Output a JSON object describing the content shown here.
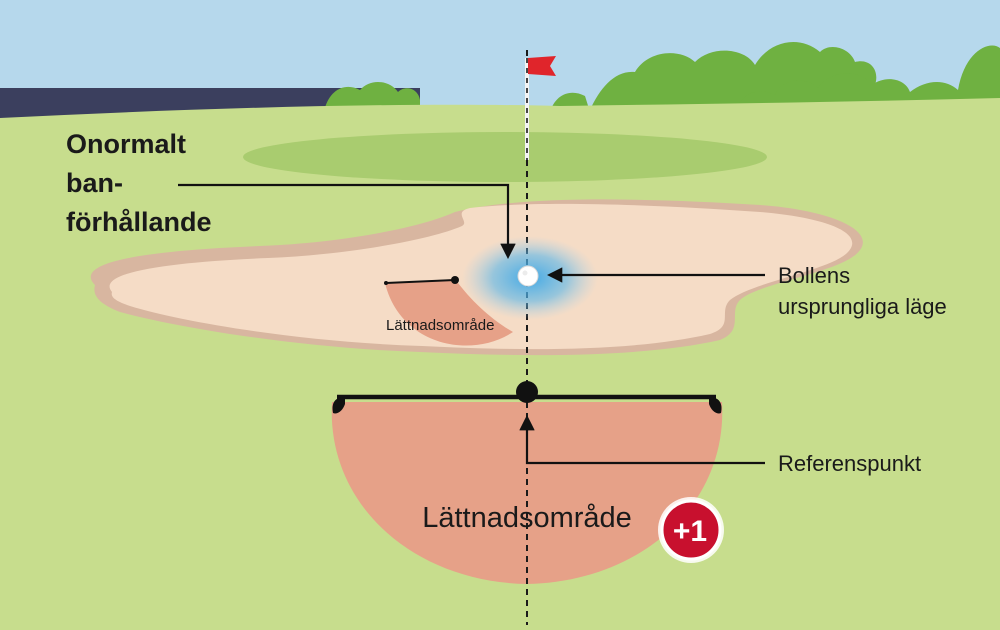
{
  "labels": {
    "abnormal_condition": [
      "Onormalt",
      "ban-",
      "förhållande"
    ],
    "ball_original_position": [
      "Bollens",
      "ursprungliga läge"
    ],
    "reference_point": "Referenspunkt",
    "relief_area_small": "Lättnadsområde",
    "relief_area_large": "Lättnadsområde",
    "penalty_badge": "+1"
  },
  "colors": {
    "sky": "#b6d8ec",
    "water": "#3b3f5e",
    "fairway": "#c7dd8d",
    "green": "#a9cc6f",
    "trees": "#6fb141",
    "sand": "#f5dcc6",
    "sand_rim": "#d8b6a0",
    "relief_area": "#e6a188",
    "flag": "#e0252b",
    "badge": "#c8102e",
    "ball_glow": "#3aa6e6"
  }
}
